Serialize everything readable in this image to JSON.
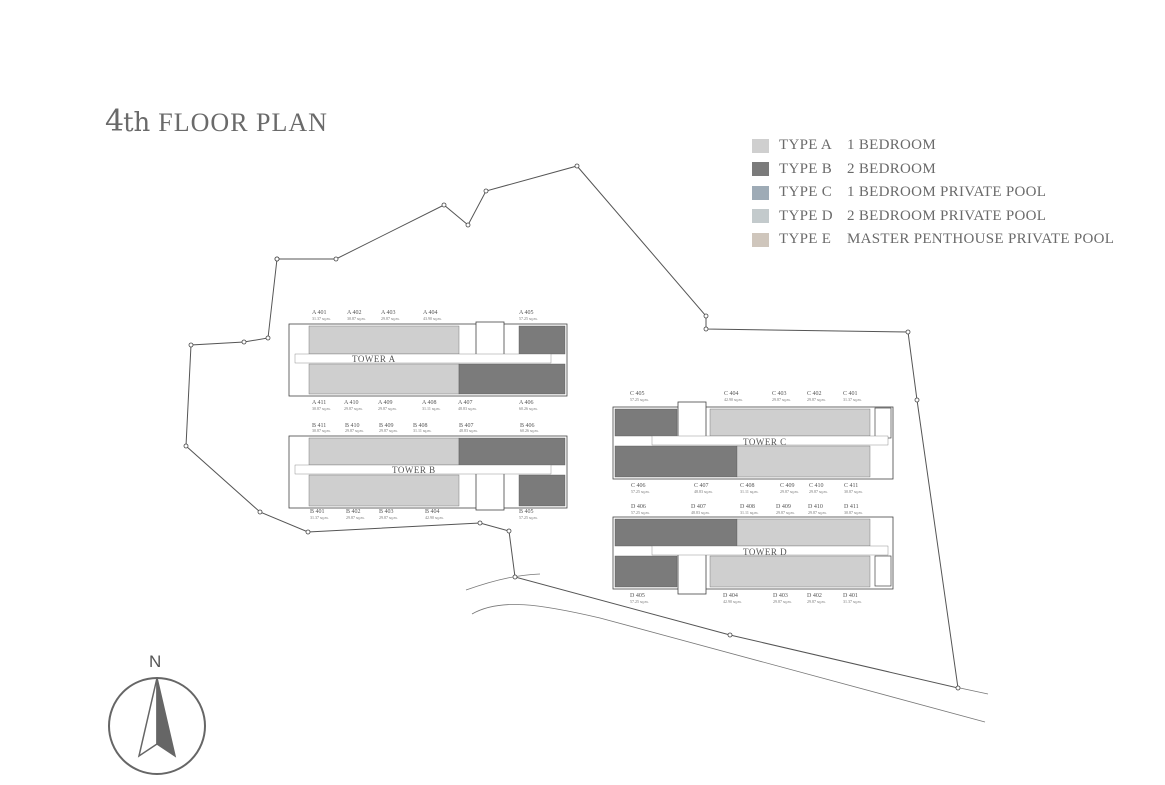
{
  "title": {
    "number": "4",
    "suffix": "th",
    "text": "FLOOR PLAN"
  },
  "legend": [
    {
      "type": "TYPE A",
      "desc": "1 BEDROOM",
      "color": "#cfcfcf"
    },
    {
      "type": "TYPE B",
      "desc": "2 BEDROOM",
      "color": "#7b7b7b"
    },
    {
      "type": "TYPE C",
      "desc": "1 BEDROOM PRIVATE POOL",
      "color": "#9eabb6"
    },
    {
      "type": "TYPE D",
      "desc": "2 BEDROOM PRIVATE POOL",
      "color": "#c3cacc"
    },
    {
      "type": "TYPE E",
      "desc": "MASTER PENTHOUSE PRIVATE POOL",
      "color": "#cfc6bc"
    }
  ],
  "compass": {
    "label": "N"
  },
  "towers": {
    "a": {
      "name": "TOWER A",
      "top": [
        {
          "id": "A 401",
          "area": "31.37 sq.m."
        },
        {
          "id": "A 402",
          "area": "30.87 sq.m."
        },
        {
          "id": "A 403",
          "area": "29.87 sq.m."
        },
        {
          "id": "A 404",
          "area": "43.90 sq.m."
        },
        {
          "id": "A 405",
          "area": "57.25 sq.m."
        }
      ],
      "bottom": [
        {
          "id": "A 411",
          "area": "30.87 sq.m."
        },
        {
          "id": "A 410",
          "area": "29.87 sq.m."
        },
        {
          "id": "A 409",
          "area": "29.87 sq.m."
        },
        {
          "id": "A 408",
          "area": "31.11 sq.m."
        },
        {
          "id": "A 407",
          "area": "48.83 sq.m."
        },
        {
          "id": "A 406",
          "area": "60.26 sq.m."
        }
      ]
    },
    "b": {
      "name": "TOWER B",
      "top": [
        {
          "id": "B 411",
          "area": "30.87 sq.m."
        },
        {
          "id": "B 410",
          "area": "29.87 sq.m."
        },
        {
          "id": "B 409",
          "area": "29.87 sq.m."
        },
        {
          "id": "B 408",
          "area": "31.11 sq.m."
        },
        {
          "id": "B 407",
          "area": "48.83 sq.m."
        },
        {
          "id": "B 406",
          "area": "60.26 sq.m."
        }
      ],
      "bottom": [
        {
          "id": "B 401",
          "area": "31.37 sq.m."
        },
        {
          "id": "B 402",
          "area": "29.87 sq.m."
        },
        {
          "id": "B 403",
          "area": "29.87 sq.m."
        },
        {
          "id": "B 404",
          "area": "42.90 sq.m."
        },
        {
          "id": "B 405",
          "area": "57.25 sq.m."
        }
      ]
    },
    "c": {
      "name": "TOWER C",
      "top": [
        {
          "id": "C 405",
          "area": "57.25 sq.m."
        },
        {
          "id": "C 404",
          "area": "42.90 sq.m."
        },
        {
          "id": "C 403",
          "area": "29.87 sq.m."
        },
        {
          "id": "C 402",
          "area": "29.87 sq.m."
        },
        {
          "id": "C 401",
          "area": "31.37 sq.m."
        }
      ],
      "bottom": [
        {
          "id": "C 406",
          "area": "57.25 sq.m."
        },
        {
          "id": "C 407",
          "area": "48.83 sq.m."
        },
        {
          "id": "C 408",
          "area": "31.11 sq.m."
        },
        {
          "id": "C 409",
          "area": "29.87 sq.m."
        },
        {
          "id": "C 410",
          "area": "29.87 sq.m."
        },
        {
          "id": "C 411",
          "area": "30.87 sq.m."
        }
      ]
    },
    "d": {
      "name": "TOWER D",
      "top": [
        {
          "id": "D 406",
          "area": "57.25 sq.m."
        },
        {
          "id": "D 407",
          "area": "48.83 sq.m."
        },
        {
          "id": "D 408",
          "area": "31.11 sq.m."
        },
        {
          "id": "D 409",
          "area": "29.87 sq.m."
        },
        {
          "id": "D 410",
          "area": "29.87 sq.m."
        },
        {
          "id": "D 411",
          "area": "30.87 sq.m."
        }
      ],
      "bottom": [
        {
          "id": "D 405",
          "area": "57.25 sq.m."
        },
        {
          "id": "D 404",
          "area": "42.90 sq.m."
        },
        {
          "id": "D 403",
          "area": "29.87 sq.m."
        },
        {
          "id": "D 402",
          "area": "29.87 sq.m."
        },
        {
          "id": "D 401",
          "area": "31.37 sq.m."
        }
      ]
    }
  }
}
